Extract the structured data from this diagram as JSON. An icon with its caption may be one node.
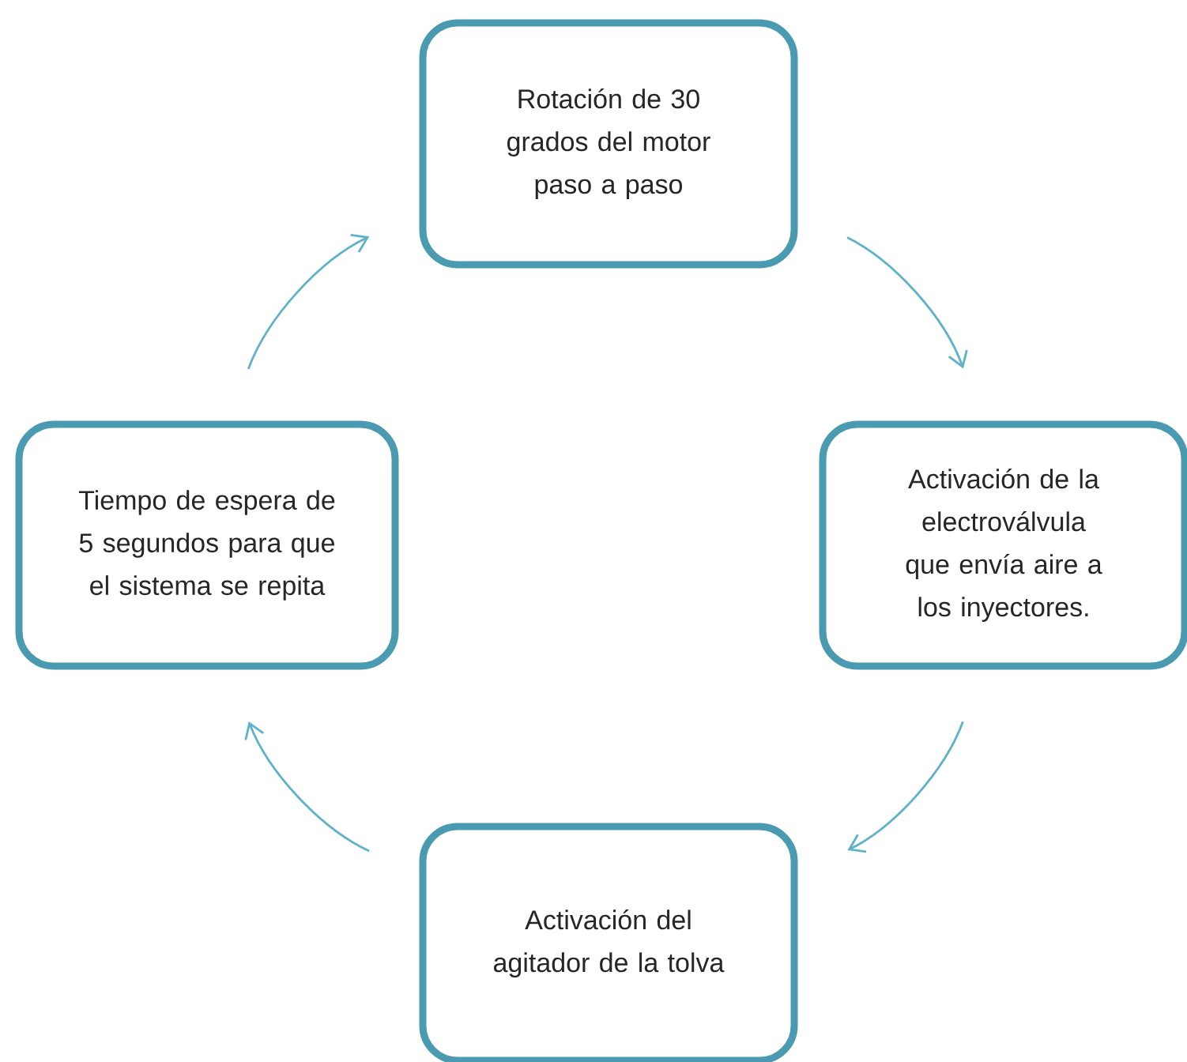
{
  "diagram": {
    "nodes": [
      {
        "text": [
          "Rotación de 30 grados del motor paso a paso"
        ]
      },
      {
        "text": [
          "Activación de la electroválvula que envía aire a los inyectores."
        ]
      },
      {
        "text": [
          "Activación del agitador de la tolva"
        ]
      },
      {
        "text": [
          "Tiempo de espera de 5 segundos para que el sistema se repita"
        ]
      }
    ],
    "edges": [
      {
        "from": 0,
        "to": 1,
        "arrow": "to"
      },
      {
        "from": 1,
        "to": 2,
        "arrow": "to"
      },
      {
        "from": 2,
        "to": 3,
        "arrow": "to"
      },
      {
        "from": 3,
        "to": 0,
        "arrow": "to"
      }
    ]
  }
}
